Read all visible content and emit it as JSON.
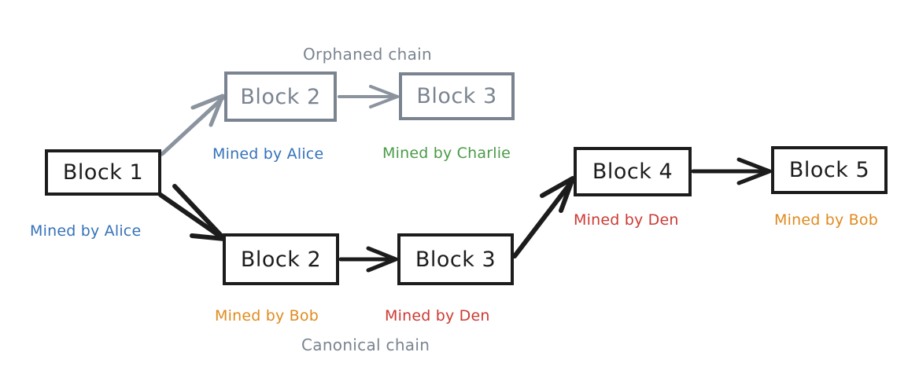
{
  "diagram": {
    "title_orphaned": "Orphaned chain",
    "title_canonical": "Canonical chain",
    "colors": {
      "dark": "#1c1c1c",
      "gray": "#7a8490",
      "blue": "#3572b9",
      "green": "#4a9b47",
      "orange": "#e08a1e",
      "red": "#cc3a34",
      "background": "#ffffff"
    },
    "blocks": [
      {
        "id": "block-1",
        "label": "Block 1",
        "style": "dark",
        "miner": "Mined by Alice",
        "miner_color": "blue"
      },
      {
        "id": "orphan-block-2",
        "label": "Block 2",
        "style": "gray",
        "miner": "Mined by Alice",
        "miner_color": "blue"
      },
      {
        "id": "orphan-block-3",
        "label": "Block 3",
        "style": "gray",
        "miner": "Mined by Charlie",
        "miner_color": "green"
      },
      {
        "id": "canonical-block-2",
        "label": "Block 2",
        "style": "dark",
        "miner": "Mined by Bob",
        "miner_color": "orange"
      },
      {
        "id": "canonical-block-3",
        "label": "Block 3",
        "style": "dark",
        "miner": "Mined by Den",
        "miner_color": "red"
      },
      {
        "id": "block-4",
        "label": "Block 4",
        "style": "dark",
        "miner": "Mined by Den",
        "miner_color": "red"
      },
      {
        "id": "block-5",
        "label": "Block 5",
        "style": "dark",
        "miner": "Mined by Bob",
        "miner_color": "orange"
      }
    ],
    "edges": [
      {
        "from": "block-1",
        "to": "orphan-block-2",
        "color": "gray"
      },
      {
        "from": "orphan-block-2",
        "to": "orphan-block-3",
        "color": "gray"
      },
      {
        "from": "block-1",
        "to": "canonical-block-2",
        "color": "dark"
      },
      {
        "from": "canonical-block-2",
        "to": "canonical-block-3",
        "color": "dark"
      },
      {
        "from": "canonical-block-3",
        "to": "block-4",
        "color": "dark"
      },
      {
        "from": "block-4",
        "to": "block-5",
        "color": "dark"
      }
    ]
  }
}
